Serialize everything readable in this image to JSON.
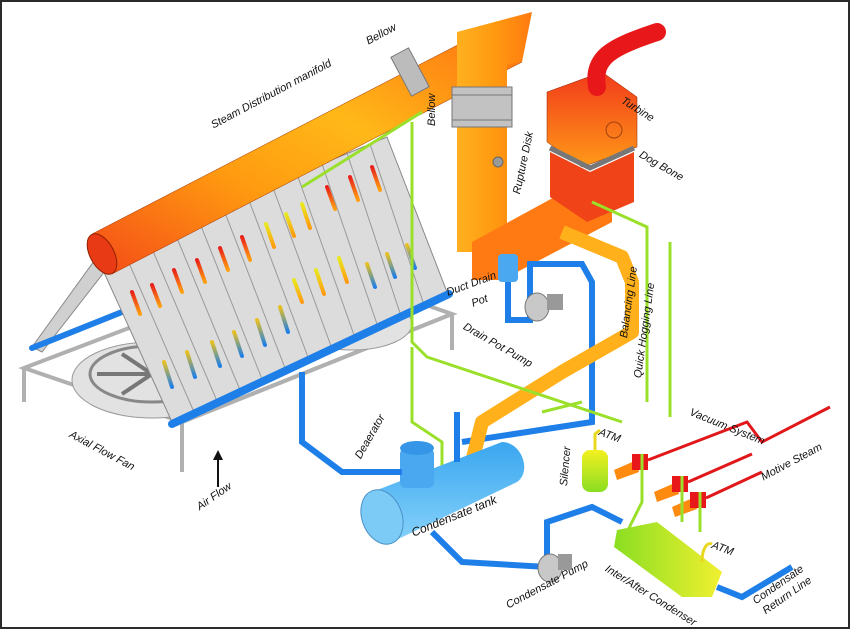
{
  "diagram": {
    "title": "Air Cooled Condenser System",
    "colors": {
      "steam_hot": "#f23a1a",
      "steam_warm": "#ff8c10",
      "steam_yellow": "#ffc020",
      "condensate_blue": "#1e7fe8",
      "vent_green": "#9ae02a",
      "motive_red": "#e0181a",
      "panel_gray": "#d8d8d8",
      "frame_gray": "#bdbdbd",
      "tank_blue": "#5cb8f2"
    },
    "labels": {
      "steam_manifold": "Steam Distribution manifold",
      "bellow_top": "Bellow",
      "bellow_side": "Bellow",
      "rupture_disk": "Rupture Disk",
      "turbine": "Turbine",
      "dog_bone": "Dog Bone",
      "duct_drain_pot": "Duct Drain",
      "duct_drain_pot_2": "Pot",
      "drain_pot_pump": "Drain Pot Pump",
      "balancing_line": "Balancing Line",
      "quick_hogging_line": "Quick Hogging Line",
      "vacuum_system": "Vacuum System",
      "motive_steam": "Motive Steam",
      "atm_silencer": "ATM",
      "silencer": "Silencer",
      "atm_condenser": "ATM",
      "deaerator": "Deaerator",
      "condensate_tank": "Condensate tank",
      "condensate_pump": "Condensate Pump",
      "inter_after_condenser": "Inter/After Condenser",
      "condensate_return_1": "Condensate",
      "condensate_return_2": "Return Line",
      "axial_flow_fan": "Axial Flow Fan",
      "air_flow": "Air Flow"
    }
  }
}
